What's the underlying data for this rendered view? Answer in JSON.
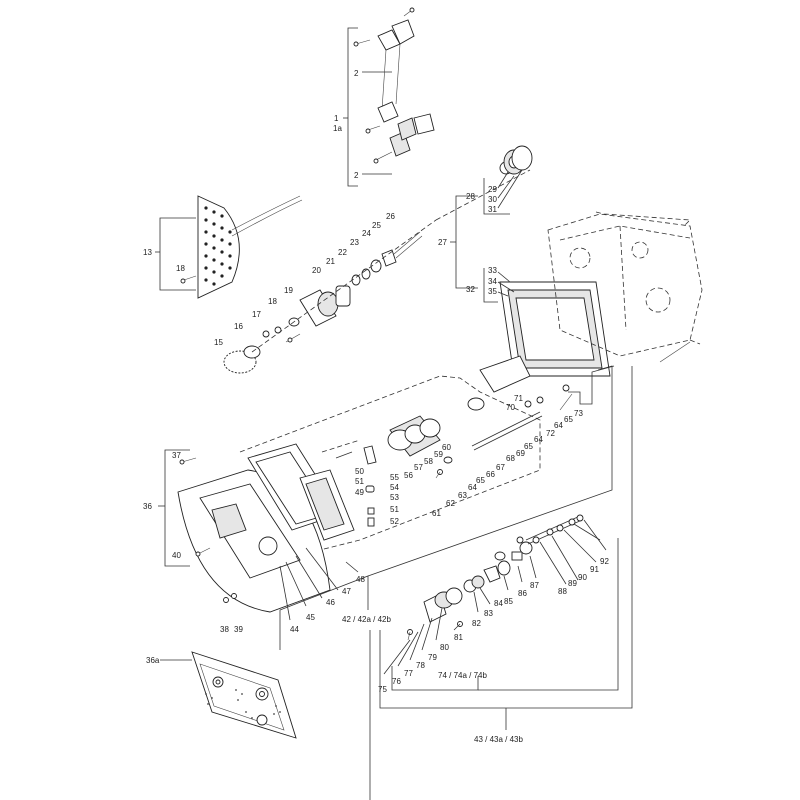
{
  "labels": {
    "l1": "1",
    "l1a": "1a",
    "l2a": "2",
    "l2b": "2",
    "l13": "13",
    "l18a": "18",
    "l15": "15",
    "l16": "16",
    "l17": "17",
    "l18": "18",
    "l19": "19",
    "l20": "20",
    "l21": "21",
    "l22": "22",
    "l23": "23",
    "l24": "24",
    "l25": "25",
    "l26": "26",
    "l27": "27",
    "l28": "28",
    "l29": "29",
    "l30": "30",
    "l31": "31",
    "l32": "32",
    "l33": "33",
    "l34": "34",
    "l35": "35",
    "l36": "36",
    "l37": "37",
    "l40": "40",
    "l38": "38",
    "l39": "39",
    "l44": "44",
    "l45": "45",
    "l46": "46",
    "l47": "47",
    "l48": "48",
    "l49": "49",
    "l50": "50",
    "l51": "51",
    "l51b": "51",
    "l52": "52",
    "l53": "53",
    "l54": "54",
    "l55": "55",
    "l56": "56",
    "l57": "57",
    "l58": "58",
    "l59": "59",
    "l60": "60",
    "l61": "61",
    "l62": "62",
    "l63": "63",
    "l64a": "64",
    "l64b": "64",
    "l64c": "64",
    "l65a": "65",
    "l65b": "65",
    "l65c": "65",
    "l66": "66",
    "l67": "67",
    "l68": "68",
    "l69": "69",
    "l70": "70",
    "l71": "71",
    "l72": "72",
    "l73": "73",
    "l42": "42 / 42a / 42b",
    "l75": "75",
    "l76": "76",
    "l77": "77",
    "l78": "78",
    "l79": "79",
    "l80": "80",
    "l81": "81",
    "l82": "82",
    "l83": "83",
    "l84": "84",
    "l85": "85",
    "l86": "86",
    "l87": "87",
    "l88": "88",
    "l89": "89",
    "l90": "90",
    "l91": "91",
    "l92": "92",
    "l74": "74 / 74a / 74b",
    "l43": "43 / 43a / 43b",
    "l36a": "36a"
  }
}
